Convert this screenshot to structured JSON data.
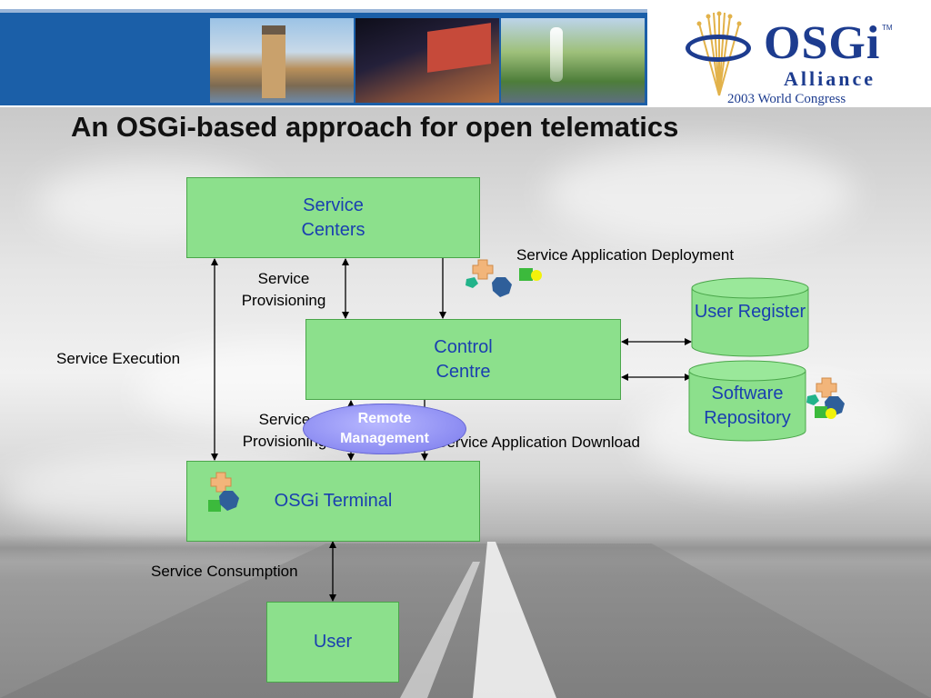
{
  "slide": {
    "title": "An OSGi-based approach for open telematics"
  },
  "logo": {
    "brand": "OSGi",
    "trademark": "TM",
    "alliance": "Alliance",
    "congress": "2003 World Congress"
  },
  "diagram": {
    "nodes": {
      "service_centers": "Service Centers",
      "control_centre": "Control Centre",
      "user_register": "User Register",
      "software_repository": "Software Repository",
      "osgi_terminal": "OSGi Terminal",
      "user": "User",
      "remote_management": "Remote Management"
    },
    "edge_labels": {
      "service_provisioning_top": "Service Provisioning",
      "service_provisioning_bottom": "Service Provisioning",
      "service_execution": "Service Execution",
      "service_application_deployment": "Service Application Deployment",
      "service_application_download": "Service Application Download",
      "service_consumption": "Service Consumption"
    }
  },
  "colors": {
    "box_fill": "#8ce08c",
    "box_text": "#1a3fb0",
    "remote_fill": "#8c8cf2",
    "banner": "#1b5fa8",
    "logo": "#1d3c8f"
  }
}
